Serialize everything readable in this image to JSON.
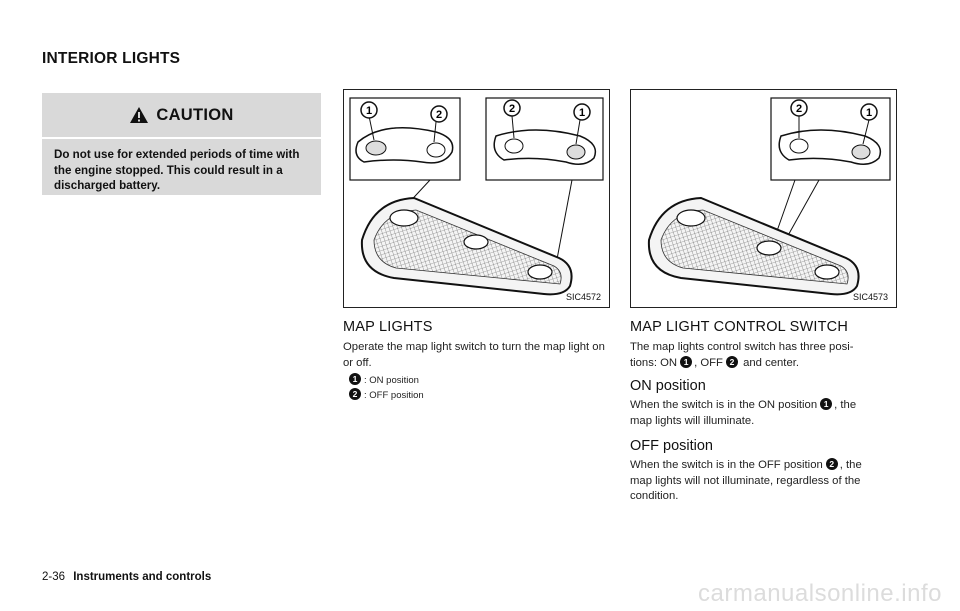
{
  "section_title": "INTERIOR LIGHTS",
  "caution": {
    "title": "CAUTION",
    "text": "Do not use for extended periods of time with the engine stopped. This could result in a discharged battery."
  },
  "figures": {
    "left": {
      "code": "SIC4572",
      "callout_1": "1",
      "callout_2": "2"
    },
    "right": {
      "code": "SIC4573",
      "callout_1": "1",
      "callout_2": "2"
    }
  },
  "map_lights": {
    "heading": "MAP LIGHTS",
    "text": "Operate the map light switch to turn the map light on or off.",
    "legend": [
      {
        "num": "1",
        "label": ": ON position"
      },
      {
        "num": "2",
        "label": ": OFF position"
      }
    ]
  },
  "map_light_control": {
    "heading": "MAP LIGHT CONTROL SWITCH",
    "intro_a": "The map lights control switch has three posi-",
    "intro_b": "tions: ON",
    "intro_c": ", OFF",
    "intro_d": "and center.",
    "on_heading": "ON position",
    "on_text_a": "When the switch is in the ON position",
    "on_text_b": ", the",
    "on_text_c": "map lights will illuminate.",
    "off_heading": "OFF position",
    "off_text_a": "When the switch is in the OFF position",
    "off_text_b": ", the",
    "off_text_c": "map lights will not illuminate, regardless of the condition."
  },
  "footer": {
    "page": "2-36",
    "title": "Instruments and controls"
  },
  "watermark": "carmanualsonline.info",
  "colors": {
    "caution_bg": "#d9d9d9",
    "ink": "#111111"
  }
}
